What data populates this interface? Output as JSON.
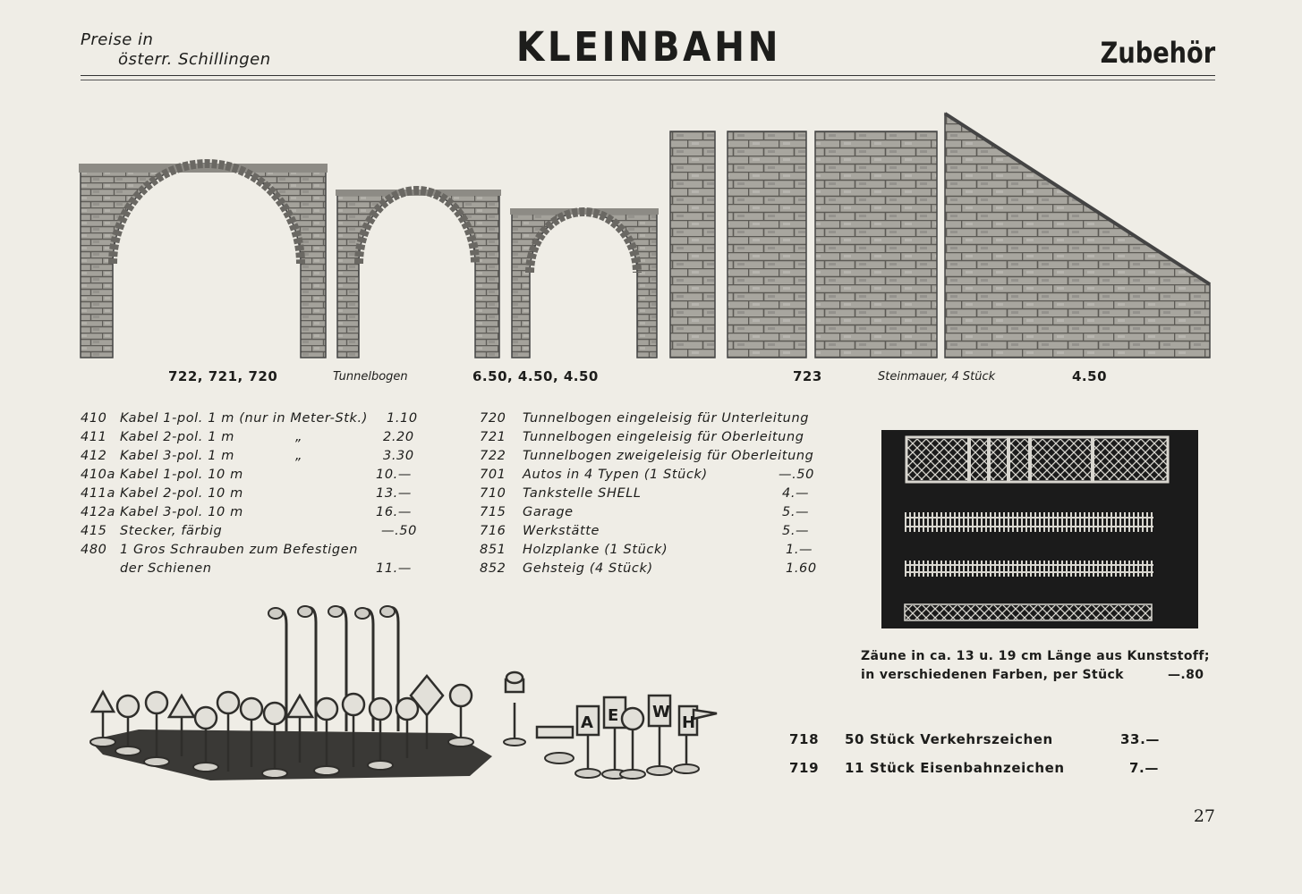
{
  "header": {
    "left_line1": "Preise in",
    "left_line2": "österr. Schillingen",
    "title": "KLEINBAHN",
    "right": "Zubehör"
  },
  "tunnel_caption": {
    "numbers": "722, 721, 720",
    "label": "Tunnelbogen",
    "prices": "6.50, 4.50, 4.50"
  },
  "wall_caption": {
    "number": "723",
    "label": "Steinmauer, 4 Stück",
    "price": "4.50"
  },
  "cables": [
    {
      "no": "410",
      "desc": "Kabel 1-pol. 1 m (nur in Meter-Stk.)",
      "price": "1.10"
    },
    {
      "no": "411",
      "desc": "Kabel 2-pol. 1 m",
      "mark": "„",
      "price": "2.20"
    },
    {
      "no": "412",
      "desc": "Kabel 3-pol. 1 m",
      "mark": "„",
      "price": "3.30"
    },
    {
      "no": "410a",
      "desc": "Kabel 1-pol. 10 m",
      "price": "10.—"
    },
    {
      "no": "411a",
      "desc": "Kabel 2-pol. 10 m",
      "price": "13.—"
    },
    {
      "no": "412a",
      "desc": "Kabel 3-pol. 10 m",
      "price": "16.—"
    },
    {
      "no": "415",
      "desc": "Stecker, färbig",
      "price": "—.50"
    },
    {
      "no": "480",
      "desc": "1 Gros Schrauben zum Befestigen",
      "price": ""
    },
    {
      "no": "",
      "desc": "der Schienen",
      "price": "11.—"
    }
  ],
  "accessories": [
    {
      "no": "720",
      "desc": "Tunnelbogen eingeleisig für Unterleitung",
      "price": ""
    },
    {
      "no": "721",
      "desc": "Tunnelbogen eingeleisig für Oberleitung",
      "price": ""
    },
    {
      "no": "722",
      "desc": "Tunnelbogen zweigeleisig für Oberleitung",
      "price": ""
    },
    {
      "no": "701",
      "desc": "Autos in 4 Typen (1 Stück)",
      "price": "—.50"
    },
    {
      "no": "710",
      "desc": "Tankstelle SHELL",
      "price": "4.—"
    },
    {
      "no": "715",
      "desc": "Garage",
      "price": "5.—"
    },
    {
      "no": "716",
      "desc": "Werkstätte",
      "price": "5.—"
    },
    {
      "no": "851",
      "desc": "Holzplanke (1 Stück)",
      "price": "1.—"
    },
    {
      "no": "852",
      "desc": "Gehsteig (4 Stück)",
      "price": "1.60"
    }
  ],
  "fence_caption": {
    "line1": "Zäune in ca. 13 u. 19 cm Länge aus Kunststoff;",
    "line2": "in verschiedenen Farben, per Stück",
    "price": "—.80"
  },
  "signs": [
    {
      "no": "718",
      "desc": "50 Stück Verkehrszeichen",
      "price": "33.—"
    },
    {
      "no": "719",
      "desc": "11 Stück Eisenbahnzeichen",
      "price": "7.—"
    }
  ],
  "sign_letters": [
    "A",
    "E",
    "W",
    "H"
  ],
  "page_number": "27"
}
